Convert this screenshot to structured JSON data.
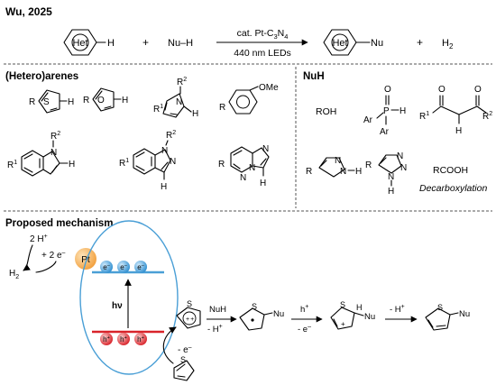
{
  "header": {
    "citation": "Wu, 2025"
  },
  "reaction": {
    "het_label": "Het",
    "h_label": "H",
    "plus": "+",
    "nuh_reagent": "Nu–H",
    "catalyst_prefix": "cat. Pt-C",
    "catalyst_sub1": "3",
    "catalyst_mid": "N",
    "catalyst_sub2": "4",
    "light": "440 nm LEDs",
    "product_nu": "Nu",
    "h2": "H",
    "h2_sub": "2"
  },
  "heteroarenes": {
    "title": "(Hetero)arenes",
    "r": "R",
    "r1": "R",
    "r1_sup": "1",
    "r2": "R",
    "r2_sup": "2",
    "s": "S",
    "o": "O",
    "n": "N",
    "h": "H",
    "ome": "OMe"
  },
  "nuh": {
    "title": "NuH",
    "roh": "ROH",
    "ar": "Ar",
    "p": "P",
    "o": "O",
    "h": "H",
    "r1": "R",
    "r1_sup": "1",
    "r2": "R",
    "r2_sup": "2",
    "r": "R",
    "n": "N",
    "rcooh": "RCOOH",
    "decarboxylation": "Decarboxylation"
  },
  "mechanism": {
    "title": "Proposed mechanism",
    "h_plus_2": "2 H",
    "plus_sup": "+",
    "two_e": "+ 2 e",
    "minus_sup": "–",
    "h2": "H",
    "h2_sub": "2",
    "pt": "Pt",
    "electron": "e",
    "hole": "h",
    "hv": "hν",
    "minus_e": "- e",
    "nuh": "NuH",
    "minus_h": "- H",
    "h_plus": "h",
    "s": "S",
    "nu": "Nu",
    "h": "H"
  },
  "colors": {
    "accent_blue": "#4a9fd6",
    "band_red": "#d9232a",
    "pt_orange": "#f2a03d",
    "electron_blue": "#2f8fd0",
    "hole_red": "#d9232a",
    "divider": "#555555"
  }
}
